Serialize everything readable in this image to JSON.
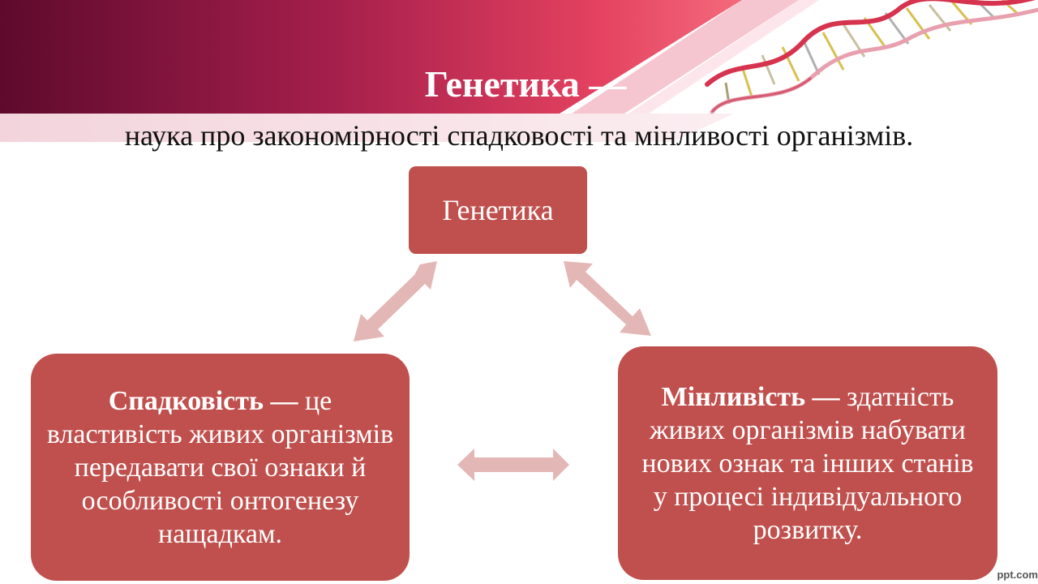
{
  "slide": {
    "title": "Генетика —",
    "subtitle": "наука про закономірності спадковості та мінливості організмів."
  },
  "diagram": {
    "top_node": "Генетика",
    "left_node": {
      "term": "Спадковість",
      "dash": " — ",
      "definition": "це властивість живих організмів передавати свої ознаки й особливості онтогенезу нащадкам."
    },
    "right_node": {
      "term": "Мінливість",
      "dash": " — ",
      "definition": "здатність живих організмів набувати нових ознак та інших станів у процесі індивідуального розвитку."
    }
  },
  "watermark": "ppt.com",
  "colors": {
    "box_fill": "#c0504d",
    "arrow_fill": "#e3b7b5",
    "banner_dark": "#5e0a2c",
    "banner_light": "#f0556e"
  },
  "icons": {
    "header_image": "dna-helix-icon",
    "connectors": "double-headed-arrow-icon"
  }
}
